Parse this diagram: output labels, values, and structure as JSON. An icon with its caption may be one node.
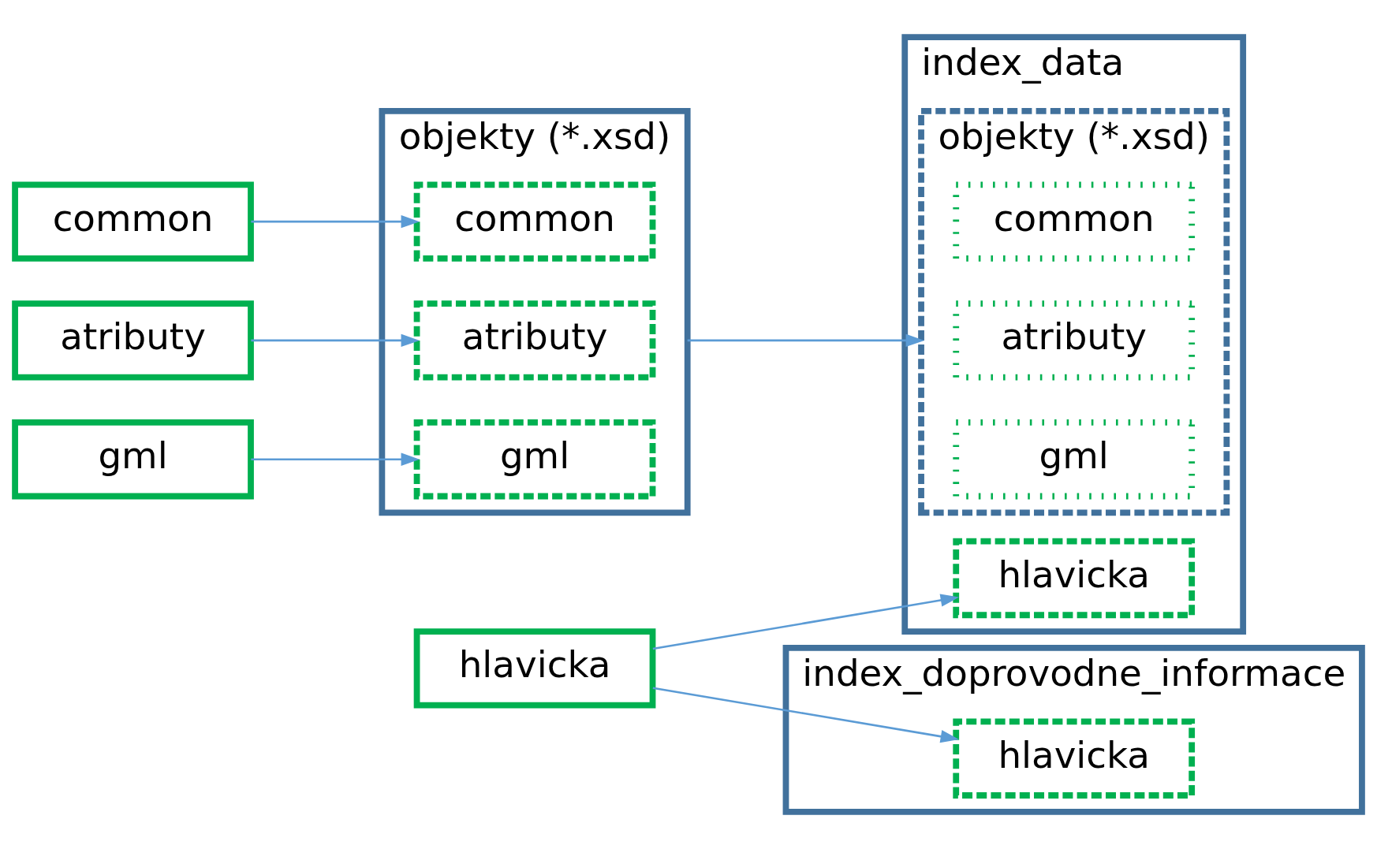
{
  "diagram": {
    "nodes": [
      {
        "text": [
          "hlavicka"
        ]
      },
      {
        "text": [
          "index_data"
        ]
      },
      {
        "text": [
          "hlavicka"
        ],
        "in": 1
      },
      {
        "text": [
          "objekty (*.xsd)"
        ],
        "in": 1
      },
      {
        "text": [
          "common"
        ],
        "in": 3
      },
      {
        "text": [
          "atributy"
        ],
        "in": 3
      },
      {
        "text": [
          "gml"
        ],
        "in": 3
      },
      {
        "text": [
          "objekty (*.xsd)"
        ]
      },
      {
        "text": [
          "common"
        ],
        "in": 7
      },
      {
        "text": [
          "atributy"
        ],
        "in": 7
      },
      {
        "text": [
          "gml"
        ],
        "in": 7
      },
      {
        "text": [
          "common"
        ]
      },
      {
        "text": [
          "atributy"
        ]
      },
      {
        "text": [
          "gml"
        ]
      },
      {
        "text": [
          "index_doprovodne_informace"
        ]
      },
      {
        "text": [
          "hlavicka"
        ],
        "in": 14
      }
    ],
    "edges": [
      {
        "from": 0,
        "to": 2,
        "arrow": "to"
      },
      {
        "from": 0,
        "to": 15,
        "arrow": "to"
      },
      {
        "from": 11,
        "to": 8,
        "arrow": "to"
      },
      {
        "from": 12,
        "to": 9,
        "arrow": "to"
      },
      {
        "from": 13,
        "to": 10,
        "arrow": "to"
      },
      {
        "from": 7,
        "to": 3,
        "arrow": "to"
      }
    ]
  }
}
